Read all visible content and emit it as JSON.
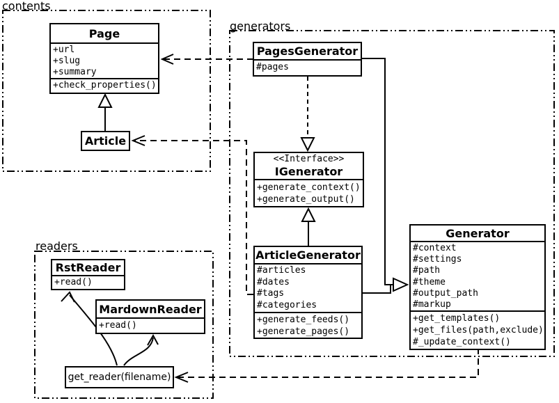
{
  "diagram_type": "uml-class-diagram",
  "colors": {
    "stroke": "#000000",
    "background": "#ffffff"
  },
  "packages": {
    "contents": {
      "label": "contents"
    },
    "generators": {
      "label": "generators"
    },
    "readers": {
      "label": "readers"
    }
  },
  "classes": {
    "page": {
      "title": "Page",
      "attributes": [
        "+url",
        "+slug",
        "+summary"
      ],
      "methods": [
        "+check_properties()"
      ]
    },
    "article": {
      "title": "Article"
    },
    "pages_generator": {
      "title": "PagesGenerator",
      "attributes": [
        "#pages"
      ]
    },
    "igenerator": {
      "stereotype": "<<Interface>>",
      "title": "IGenerator",
      "methods": [
        "+generate_context()",
        "+generate_output()"
      ]
    },
    "article_generator": {
      "title": "ArticleGenerator",
      "attributes": [
        "#articles",
        "#dates",
        "#tags",
        "#categories"
      ],
      "methods": [
        "+generate_feeds()",
        "+generate_pages()"
      ]
    },
    "generator": {
      "title": "Generator",
      "attributes": [
        "#context",
        "#settings",
        "#path",
        "#theme",
        "#output_path",
        "#markup"
      ],
      "methods": [
        "+get_templates()",
        "+get_files(path,exclude)",
        "#_update_context()"
      ]
    },
    "rst_reader": {
      "title": "RstReader",
      "methods": [
        "+read()"
      ]
    },
    "mardown_reader": {
      "title": "MardownReader",
      "methods": [
        "+read()"
      ]
    },
    "get_reader": {
      "label": "get_reader(filename)"
    }
  },
  "relationships": [
    {
      "from": "Article",
      "to": "Page",
      "type": "generalization"
    },
    {
      "from": "PagesGenerator",
      "to": "Page",
      "type": "dependency"
    },
    {
      "from": "ArticleGenerator",
      "to": "Article",
      "type": "dependency"
    },
    {
      "from": "PagesGenerator",
      "to": "IGenerator",
      "type": "realization"
    },
    {
      "from": "ArticleGenerator",
      "to": "IGenerator",
      "type": "generalization"
    },
    {
      "from": "PagesGenerator",
      "to": "Generator",
      "type": "generalization"
    },
    {
      "from": "ArticleGenerator",
      "to": "Generator",
      "type": "generalization"
    },
    {
      "from": "Generator",
      "to": "get_reader(filename)",
      "type": "dependency"
    },
    {
      "from": "get_reader(filename)",
      "to": "RstReader",
      "type": "arrow"
    },
    {
      "from": "get_reader(filename)",
      "to": "MardownReader",
      "type": "arrow"
    }
  ]
}
